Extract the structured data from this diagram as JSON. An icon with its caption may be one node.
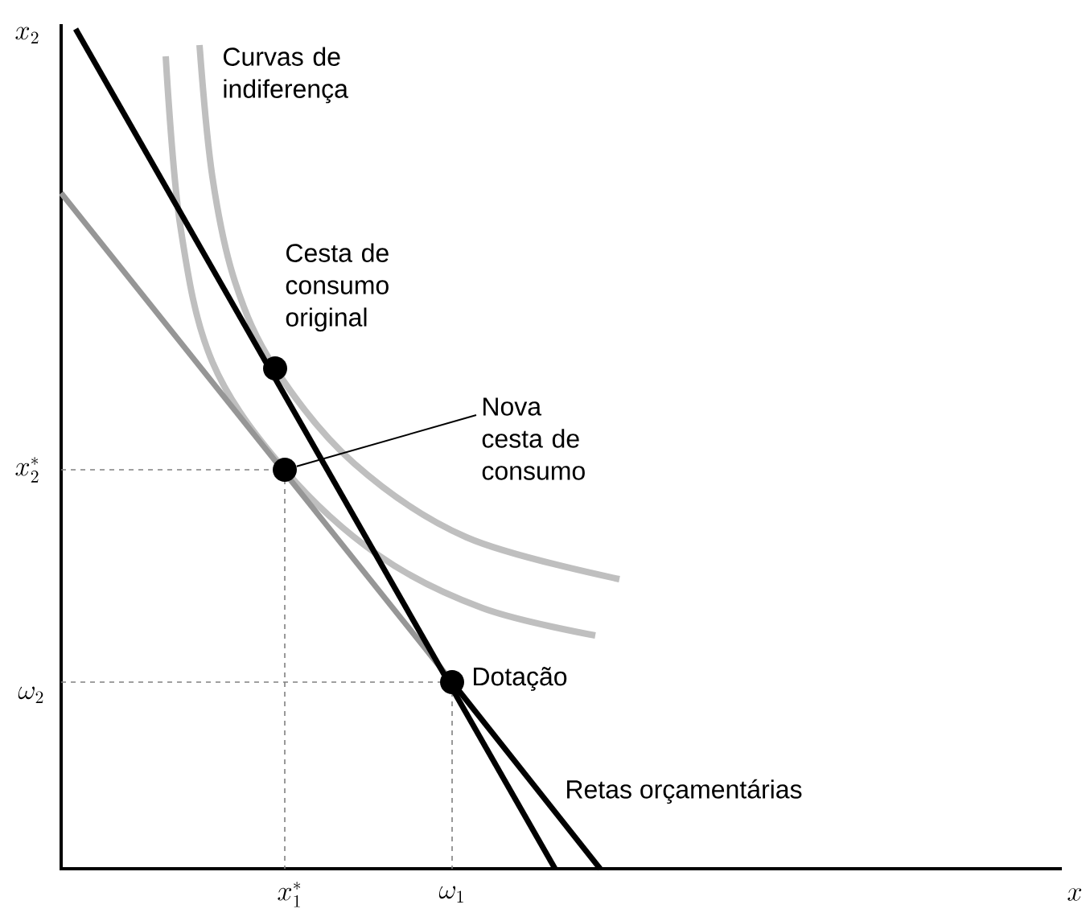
{
  "diagram": {
    "nodes": [
      {
        "text": [],
        "shape": "circle"
      },
      {
        "text": [
          "Nova cesta de consumo"
        ]
      },
      {
        "text": [],
        "shape": "circle"
      },
      {
        "text": [],
        "shape": "circle"
      }
    ],
    "edges": [
      {
        "from": 1,
        "to": 2,
        "arrow": "none"
      }
    ],
    "labels": [
      "x_2",
      "Curvas de indiferença",
      "Cesta de consumo original",
      "x_2^*",
      "\\omega_2",
      "Dotação",
      "Retas orçamentárias",
      "x_1^*",
      "\\omega_1",
      "x"
    ]
  }
}
